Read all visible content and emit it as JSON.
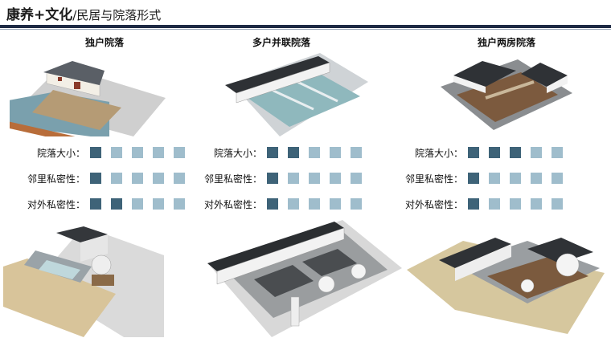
{
  "header": {
    "title_bold": "康养+文化",
    "title_rest": "/民居与院落形式"
  },
  "colors": {
    "filled": "#3e6378",
    "empty": "#9fbdcc",
    "rule": "#1e2a44"
  },
  "rating_max": 5,
  "columns": [
    {
      "title": "独户院落",
      "ratings": [
        {
          "label": "院落大小：",
          "value": 1
        },
        {
          "label": "邻里私密性：",
          "value": 1
        },
        {
          "label": "对外私密性：",
          "value": 2
        }
      ]
    },
    {
      "title": "多户并联院落",
      "ratings": [
        {
          "label": "院落大小：",
          "value": 2
        },
        {
          "label": "邻里私密性：",
          "value": 1
        },
        {
          "label": "对外私密性：",
          "value": 1
        }
      ]
    },
    {
      "title": "独户两房院落",
      "ratings": [
        {
          "label": "院落大小：",
          "value": 3
        },
        {
          "label": "邻里私密性：",
          "value": 1
        },
        {
          "label": "对外私密性：",
          "value": 1
        }
      ]
    }
  ]
}
